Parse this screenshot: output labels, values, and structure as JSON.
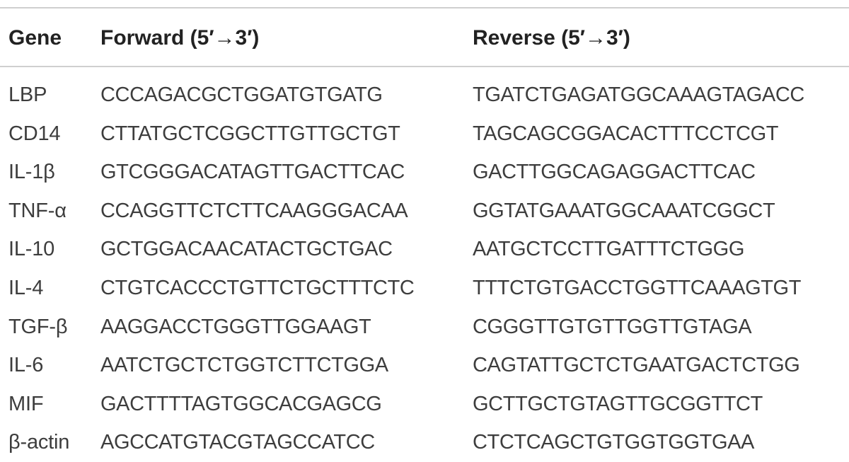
{
  "table": {
    "headers": {
      "gene": "Gene",
      "forward": "Forward (5′→3′)",
      "reverse": "Reverse (5′→3′)"
    },
    "rows": [
      {
        "gene": "LBP",
        "forward": "CCCAGACGCTGGATGTGATG",
        "reverse": "TGATCTGAGATGGCAAAGTAGACC"
      },
      {
        "gene": "CD14",
        "forward": "CTTATGCTCGGCTTGTTGCTGT",
        "reverse": "TAGCAGCGGACACTTTCCTCGT"
      },
      {
        "gene": "IL-1β",
        "forward": "GTCGGGACATAGTTGACTTCAC",
        "reverse": "GACTTGGCAGAGGACTTCAC"
      },
      {
        "gene": "TNF-α",
        "forward": "CCAGGTTCTCTTCAAGGGACAA",
        "reverse": "GGTATGAAATGGCAAATCGGCT"
      },
      {
        "gene": "IL-10",
        "forward": "GCTGGACAACATACTGCTGAC",
        "reverse": "AATGCTCCTTGATTTCTGGG"
      },
      {
        "gene": "IL-4",
        "forward": "CTGTCACCCTGTTCTGCTTTCTC",
        "reverse": "TTTCTGTGACCTGGTTCAAAGTGT"
      },
      {
        "gene": "TGF-β",
        "forward": "AAGGACCTGGGTTGGAAGT",
        "reverse": "CGGGTTGTGTTGGTTGTAGA"
      },
      {
        "gene": "IL-6",
        "forward": "AATCTGCTCTGGTCTTCTGGA",
        "reverse": "CAGTATTGCTCTGAATGACTCTGG"
      },
      {
        "gene": "MIF",
        "forward": "GACTTTTAGTGGCACGAGCG",
        "reverse": "GCTTGCTGTAGTTGCGGTTCT"
      },
      {
        "gene": "β-actin",
        "forward": "AGCCATGTACGTAGCCATCC",
        "reverse": "CTCTCAGCTGTGGTGGTGAA"
      }
    ]
  }
}
